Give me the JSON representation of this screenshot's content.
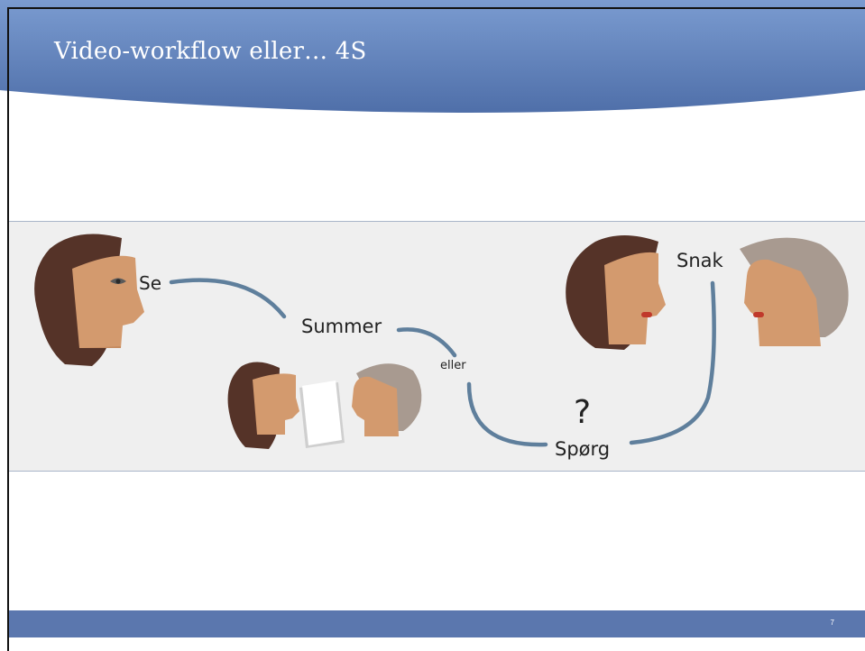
{
  "slide": {
    "title": "Video-workflow eller… 4S",
    "page_number": "7"
  },
  "diagram": {
    "labels": {
      "se": "Se",
      "summer": "Summer",
      "eller": "eller",
      "question": "?",
      "sporg": "Spørg",
      "snak": "Snak"
    }
  },
  "colors": {
    "header_blue": "#5a7db9",
    "connector": "#5f7f9c",
    "hair_brown": "#553328",
    "hair_gray": "#a89a90",
    "skin": "#d39a6e",
    "footer_blue": "#5b77ae"
  }
}
